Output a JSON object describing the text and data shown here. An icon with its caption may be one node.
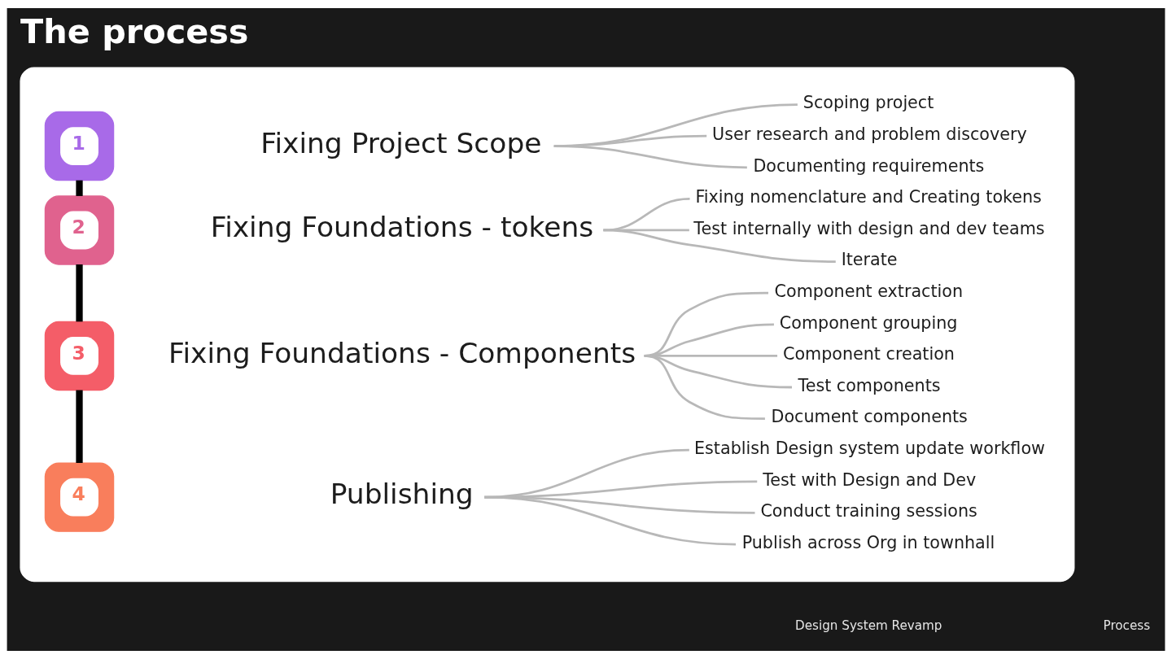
{
  "diagram": {
    "title": "The process",
    "nodes": [
      {
        "text": [],
        "shape": "box"
      },
      {
        "text": [
          "1"
        ],
        "in": 0
      },
      {
        "text": [
          "Fixing Project Scope"
        ],
        "in": 0
      },
      {
        "text": [
          "Scoping project"
        ],
        "in": 0
      },
      {
        "text": [
          "User research and problem discovery"
        ],
        "in": 0
      },
      {
        "text": [
          "Documenting requirements"
        ],
        "in": 0
      },
      {
        "text": [
          "2"
        ],
        "in": 0
      },
      {
        "text": [
          "Fixing Foundations - tokens"
        ],
        "in": 0
      },
      {
        "text": [
          "Fixing nomenclature and Creating tokens"
        ],
        "in": 0
      },
      {
        "text": [
          "Test internally with design and dev teams"
        ],
        "in": 0
      },
      {
        "text": [
          "Iterate"
        ],
        "in": 0
      },
      {
        "text": [
          "3"
        ],
        "in": 0
      },
      {
        "text": [
          "Fixing Foundations - Components"
        ],
        "in": 0
      },
      {
        "text": [
          "Component extraction"
        ],
        "in": 0
      },
      {
        "text": [
          "Component grouping"
        ],
        "in": 0
      },
      {
        "text": [
          "Component creation"
        ],
        "in": 0
      },
      {
        "text": [
          "Test components"
        ],
        "in": 0
      },
      {
        "text": [
          "Document components"
        ],
        "in": 0
      },
      {
        "text": [
          "4"
        ],
        "in": 0
      },
      {
        "text": [
          "Publishing"
        ],
        "in": 0
      },
      {
        "text": [
          "Establish Design system update workflow"
        ],
        "in": 0
      },
      {
        "text": [
          "Test with Design and Dev"
        ],
        "in": 0
      },
      {
        "text": [
          "Conduct training sessions"
        ],
        "in": 0
      },
      {
        "text": [
          "Publish across Org in townhall"
        ],
        "in": 0
      }
    ],
    "edges": [
      {
        "from": 1,
        "to": 6,
        "arrow": "none",
        "style": "thick",
        "color": "#000000"
      },
      {
        "from": 6,
        "to": 11,
        "arrow": "none",
        "style": "thick",
        "color": "#000000"
      },
      {
        "from": 11,
        "to": 18,
        "arrow": "none",
        "style": "thick",
        "color": "#000000"
      },
      {
        "from": 2,
        "to": 3,
        "arrow": "none"
      },
      {
        "from": 2,
        "to": 4,
        "arrow": "none"
      },
      {
        "from": 2,
        "to": 5,
        "arrow": "none"
      },
      {
        "from": 7,
        "to": 8,
        "arrow": "none"
      },
      {
        "from": 7,
        "to": 9,
        "arrow": "none"
      },
      {
        "from": 7,
        "to": 10,
        "arrow": "none"
      },
      {
        "from": 12,
        "to": 13,
        "arrow": "none"
      },
      {
        "from": 12,
        "to": 14,
        "arrow": "none"
      },
      {
        "from": 12,
        "to": 15,
        "arrow": "none"
      },
      {
        "from": 12,
        "to": 16,
        "arrow": "none"
      },
      {
        "from": 12,
        "to": 17,
        "arrow": "none"
      },
      {
        "from": 19,
        "to": 20,
        "arrow": "none"
      },
      {
        "from": 19,
        "to": 21,
        "arrow": "none"
      },
      {
        "from": 19,
        "to": 22,
        "arrow": "none"
      },
      {
        "from": 19,
        "to": 23,
        "arrow": "none"
      }
    ],
    "labels": [
      "Design System Revamp",
      "Process"
    ]
  }
}
